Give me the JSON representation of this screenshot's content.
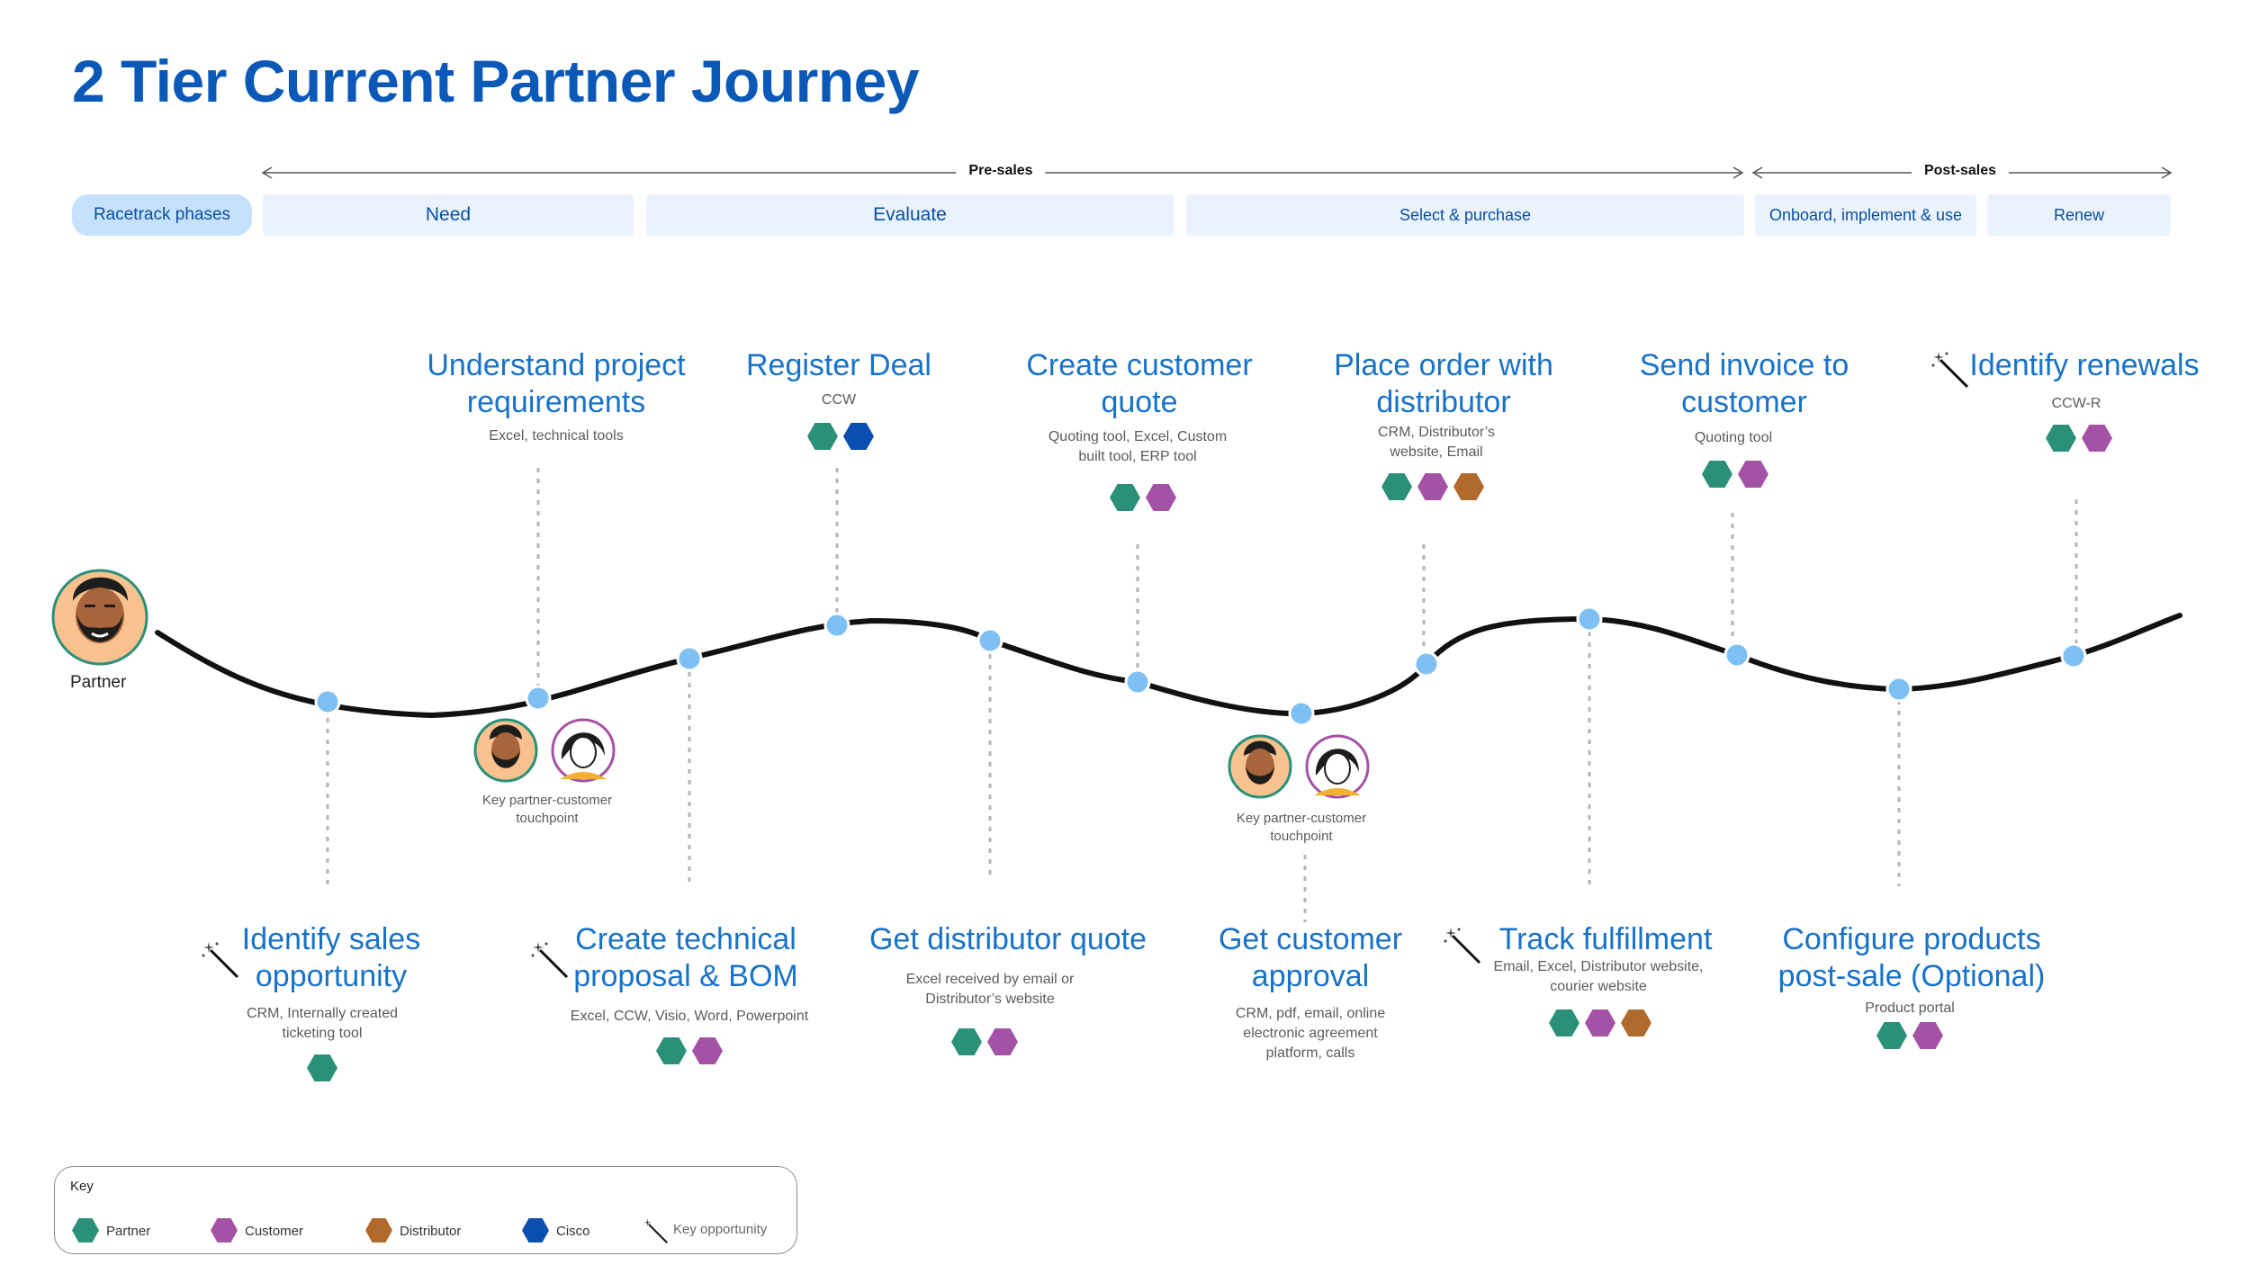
{
  "title": "2 Tier Current Partner Journey",
  "spans": {
    "pre_sales": "Pre-sales",
    "post_sales": "Post-sales"
  },
  "phases": {
    "racetrack": "Racetrack phases",
    "need": "Need",
    "evaluate": "Evaluate",
    "select": "Select & purchase",
    "onboard": "Onboard, implement & use",
    "renew": "Renew"
  },
  "partner_label": "Partner",
  "touchpoint_label": [
    "Key partner-customer",
    "touchpoint"
  ],
  "steps_top": [
    {
      "title": [
        "Understand project",
        "requirements"
      ],
      "tools": [
        "Excel, technical tools"
      ],
      "stakeholders": []
    },
    {
      "title": [
        "Register Deal"
      ],
      "tools": [
        "CCW"
      ],
      "stakeholders": [
        "partner",
        "cisco"
      ]
    },
    {
      "title": [
        "Create customer",
        "quote"
      ],
      "tools": [
        "Quoting tool, Excel, Custom",
        "built tool, ERP tool"
      ],
      "stakeholders": [
        "partner",
        "customer"
      ]
    },
    {
      "title": [
        "Place order with",
        "distributor"
      ],
      "tools": [
        "CRM, Distributor’s",
        "website, Email"
      ],
      "stakeholders": [
        "partner",
        "customer",
        "distributor"
      ]
    },
    {
      "title": [
        "Send invoice to",
        "customer"
      ],
      "tools": [
        "Quoting tool"
      ],
      "stakeholders": [
        "partner",
        "customer"
      ]
    },
    {
      "title": [
        "Identify renewals"
      ],
      "tools": [
        "CCW-R"
      ],
      "stakeholders": [
        "partner",
        "customer"
      ],
      "key_opportunity": true
    }
  ],
  "steps_bottom": [
    {
      "title": [
        "Identify sales",
        "opportunity"
      ],
      "tools": [
        "CRM, Internally created",
        "ticketing tool"
      ],
      "stakeholders": [
        "partner"
      ],
      "key_opportunity": true
    },
    {
      "title": [
        "Create technical",
        "proposal & BOM"
      ],
      "tools": [
        "Excel, CCW, Visio, Word, Powerpoint"
      ],
      "stakeholders": [
        "partner",
        "customer"
      ],
      "key_opportunity": true
    },
    {
      "title": [
        "Get distributor quote"
      ],
      "tools": [
        "Excel received by email or",
        "Distributor’s website"
      ],
      "stakeholders": [
        "partner",
        "customer"
      ]
    },
    {
      "title": [
        "Get customer",
        "approval"
      ],
      "tools": [
        "CRM, pdf, email, online",
        "electronic agreement",
        "platform, calls"
      ],
      "stakeholders": []
    },
    {
      "title": [
        "Track fulfillment"
      ],
      "tools": [
        "Email, Excel, Distributor website,",
        "courier website"
      ],
      "stakeholders": [
        "partner",
        "customer",
        "distributor"
      ],
      "key_opportunity": true
    },
    {
      "title": [
        "Configure products",
        "post-sale (Optional)"
      ],
      "tools": [
        "Product portal"
      ],
      "stakeholders": [
        "partner",
        "customer"
      ]
    }
  ],
  "key": {
    "title": "Key",
    "partner": "Partner",
    "customer": "Customer",
    "distributor": "Distributor",
    "cisco": "Cisco",
    "opportunity": "Key opportunity"
  },
  "colors": {
    "partner": "#2b9079",
    "customer": "#a452a5",
    "distributor": "#b06a2c",
    "cisco": "#0a4fb0",
    "title": "#0a58b7",
    "step_title": "#1872c8",
    "node": "#7ec0f4"
  }
}
